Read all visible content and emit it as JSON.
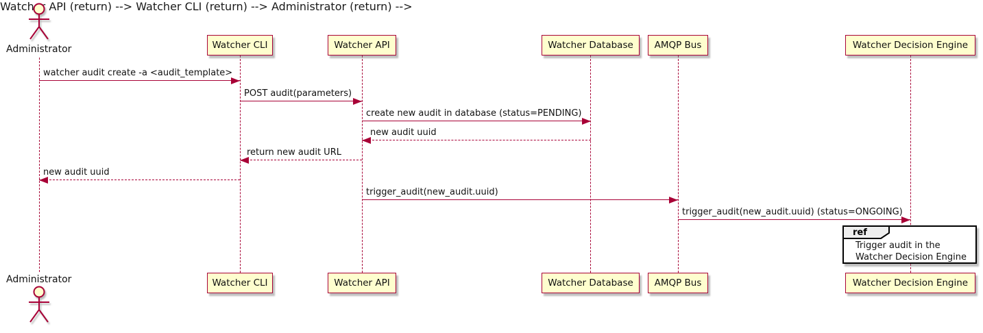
{
  "diagram": {
    "kind": "uml-sequence-diagram",
    "colors": {
      "stroke": "#A80036",
      "participant_fill": "#FEFECE",
      "ref_tab_fill": "#EEEEEE",
      "ref_border": "#000000",
      "text": "#111111"
    }
  },
  "actor": {
    "name": "Administrator"
  },
  "participants": [
    {
      "name": "Watcher CLI"
    },
    {
      "name": "Watcher API"
    },
    {
      "name": "Watcher Database"
    },
    {
      "name": "AMQP Bus"
    },
    {
      "name": "Watcher Decision Engine"
    }
  ],
  "messages": [
    {
      "label": "watcher audit create -a <audit_template>",
      "from": "Administrator",
      "to": "Watcher CLI",
      "style": "solid"
    },
    {
      "label": "POST audit(parameters)",
      "from": "Watcher CLI",
      "to": "Watcher API",
      "style": "solid"
    },
    {
      "label": "create new audit in database (status=PENDING)",
      "from": "Watcher API",
      "to": "Watcher Database",
      "style": "solid"
    },
    {
      "label": "new audit uuid",
      "from": "Watcher Database",
      "to": "Watcher API",
      "style": "dashed"
    },
    {
      "label": "return new audit URL",
      "from": "Watcher API",
      "to": "Watcher CLI",
      "style": "dashed"
    },
    {
      "label": "new audit uuid",
      "from": "Watcher CLI",
      "to": "Administrator",
      "style": "dashed"
    },
    {
      "label": "trigger_audit(new_audit.uuid)",
      "from": "Watcher API",
      "to": "AMQP Bus",
      "style": "solid"
    },
    {
      "label": "trigger_audit(new_audit.uuid) (status=ONGOING)",
      "from": "AMQP Bus",
      "to": "Watcher Decision Engine",
      "style": "solid"
    }
  ],
  "ref": {
    "keyword": "ref",
    "line1": "Trigger audit in the",
    "line2": "Watcher Decision Engine"
  }
}
